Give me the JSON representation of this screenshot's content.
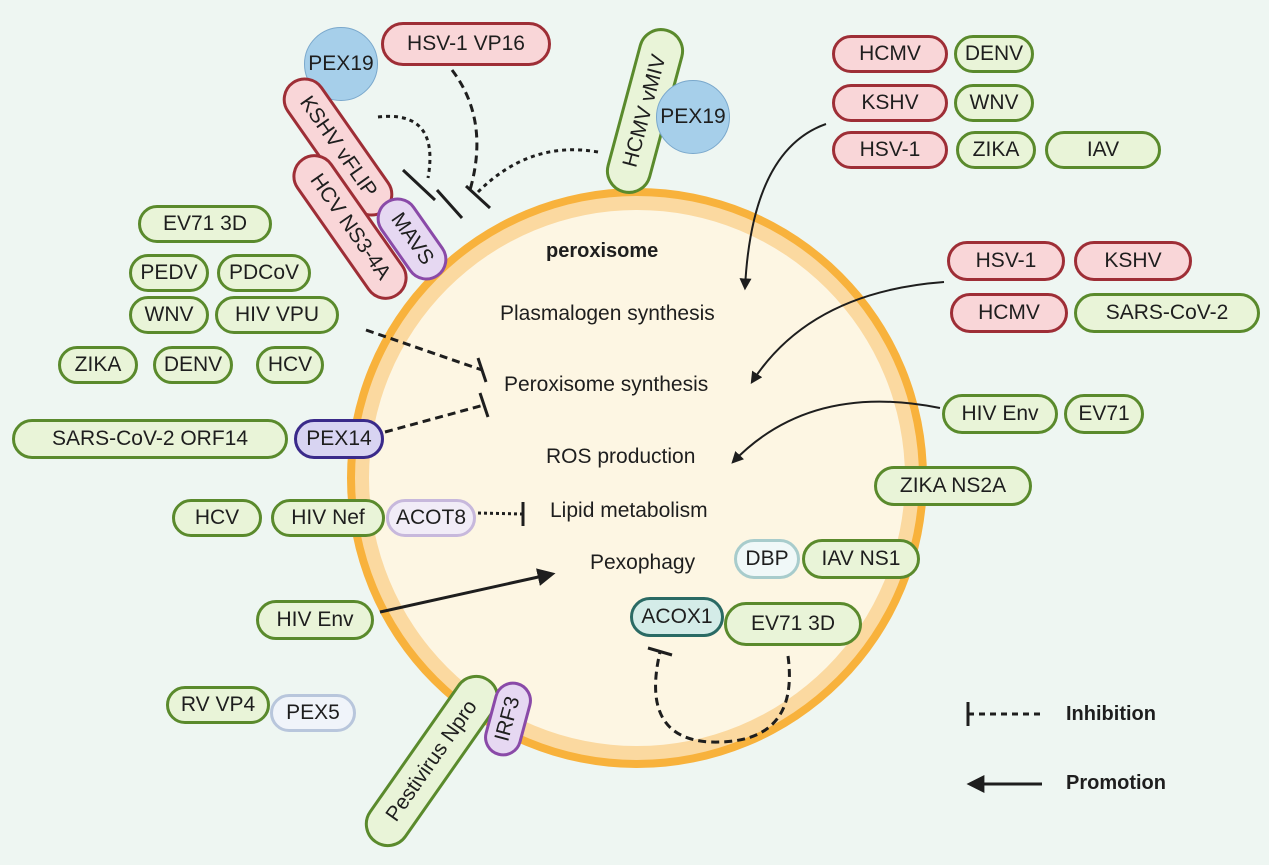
{
  "organelle": {
    "title": "peroxisome",
    "processes": [
      "Plasmalogen synthesis",
      "Peroxisome synthesis",
      "ROS production",
      "Lipid metabolism",
      "Pexophagy"
    ]
  },
  "proteins": {
    "pex19_top": "PEX19",
    "hsv1_vp16": "HSV-1 VP16",
    "kshv_vflip": "KSHV vFLIP",
    "hcv_ns34a": "HCV NS3-4A",
    "mavs": "MAVS",
    "hcmv_vmiv": "HCMV vMIV",
    "pex19_right": "PEX19",
    "pex14": "PEX14",
    "sars_orf14": "SARS-CoV-2 ORF14",
    "acot8": "ACOT8",
    "hiv_nef": "HIV Nef",
    "hcv_left": "HCV",
    "hiv_env_left": "HIV Env",
    "rv_vp4": "RV VP4",
    "pex5": "PEX5",
    "pestivirus_npro": "Pestivirus Npro",
    "irf3": "IRF3",
    "acox1": "ACOX1",
    "ev71_3d_right": "EV71 3D",
    "dbp": "DBP",
    "iav_ns1": "IAV NS1",
    "zika_ns2a": "ZIKA NS2A"
  },
  "groups": {
    "plasmalogen_viruses": [
      "HCMV",
      "DENV",
      "KSHV",
      "WNV",
      "HSV-1",
      "ZIKA",
      "IAV"
    ],
    "synthesis_promoters": [
      "HSV-1",
      "KSHV",
      "HCMV",
      "SARS-CoV-2"
    ],
    "ros_viruses": [
      "HIV Env",
      "EV71"
    ],
    "synthesis_inhibitors": [
      "EV71 3D",
      "PEDV",
      "PDCoV",
      "WNV",
      "HIV VPU",
      "ZIKA",
      "DENV",
      "HCV"
    ]
  },
  "legend": {
    "inhibition": "Inhibition",
    "promotion": "Promotion"
  },
  "colors": {
    "membrane_outer": "#f8b23c",
    "membrane_inner": "#fbd9a0",
    "lumen": "#fdf6e3",
    "background": "#eef6f2"
  }
}
